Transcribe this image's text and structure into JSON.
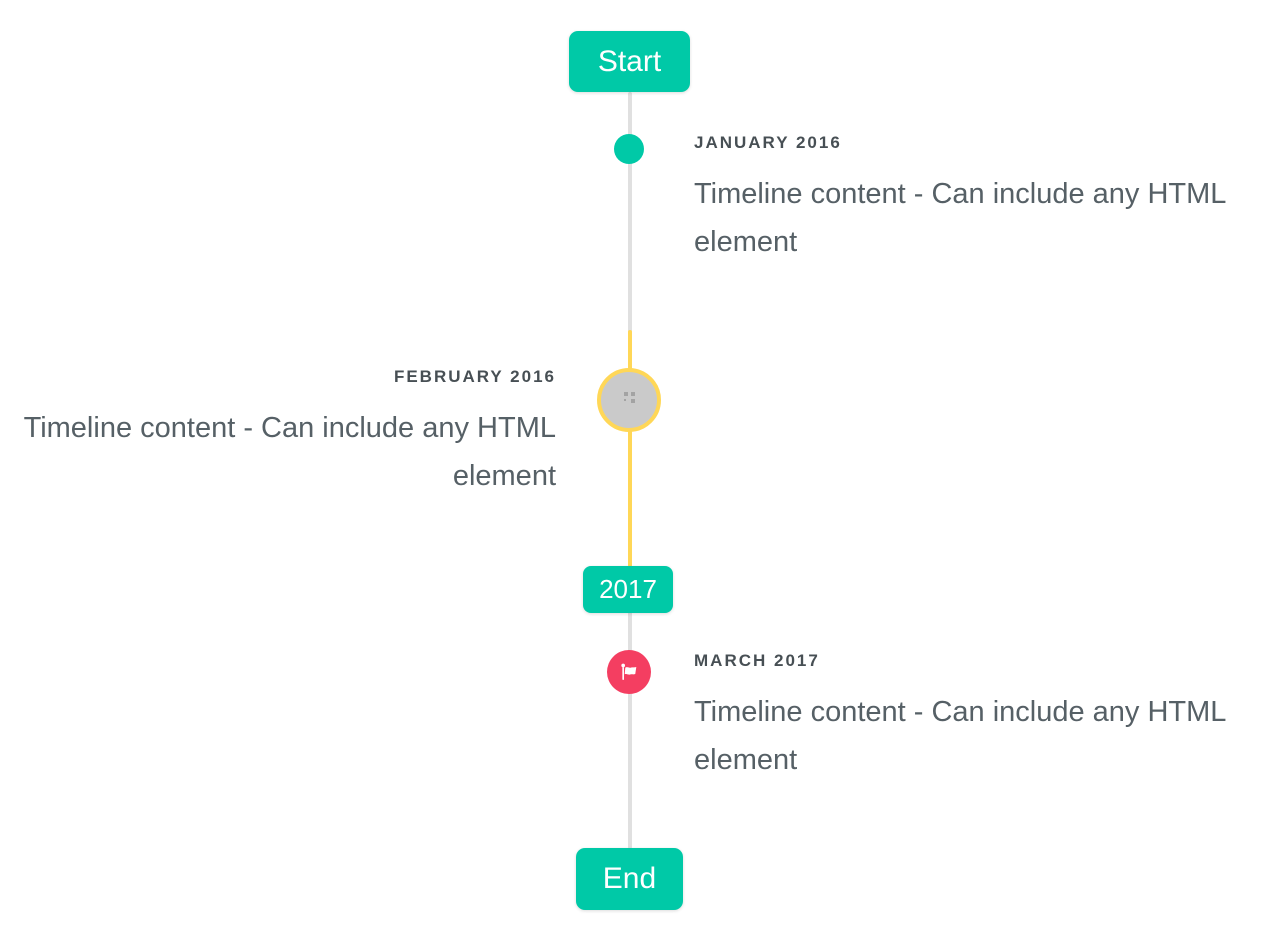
{
  "colors": {
    "accent": "#00C9A7",
    "highlight": "#FFD757",
    "line": "#E0E0E0",
    "marker_red": "#F43E61",
    "marker_gray": "#CACACA",
    "date_text": "#474F54",
    "body_text": "#566066"
  },
  "timeline": {
    "start_badge": "Start",
    "year_badge": "2017",
    "end_badge": "End",
    "events": [
      {
        "date": "JANUARY 2016",
        "content": "Timeline content - Can include any HTML element",
        "side": "right",
        "marker": "teal-dot"
      },
      {
        "date": "FEBRUARY 2016",
        "content": "Timeline content - Can include any HTML element",
        "side": "left",
        "marker": "image-placeholder"
      },
      {
        "date": "MARCH 2017",
        "content": "Timeline content - Can include any HTML element",
        "side": "right",
        "marker": "flag"
      }
    ]
  }
}
